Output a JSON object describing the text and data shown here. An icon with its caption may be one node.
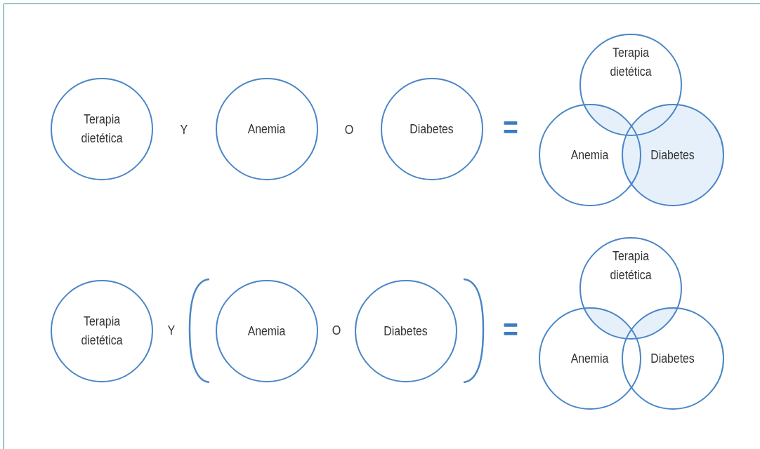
{
  "diagram": {
    "nodes": [
      {
        "text": [
          "Terapia dietética"
        ]
      },
      {
        "text": [
          "Anemia"
        ]
      },
      {
        "text": [
          "Diabetes"
        ]
      },
      {
        "text": [
          "Terapia dietética"
        ]
      },
      {
        "text": [
          "Anemia"
        ]
      },
      {
        "text": [
          "Diabetes"
        ]
      },
      {
        "text": [
          "Terapia dietética"
        ]
      },
      {
        "text": [
          "Anemia"
        ]
      },
      {
        "text": [
          "Diabetes"
        ]
      },
      {
        "text": [
          "Terapia dietética"
        ]
      },
      {
        "text": [
          "Anemia"
        ]
      },
      {
        "text": [
          "Diabetes"
        ]
      }
    ],
    "labels": [
      "Y",
      "O",
      "=",
      "Y",
      "O",
      "="
    ]
  }
}
